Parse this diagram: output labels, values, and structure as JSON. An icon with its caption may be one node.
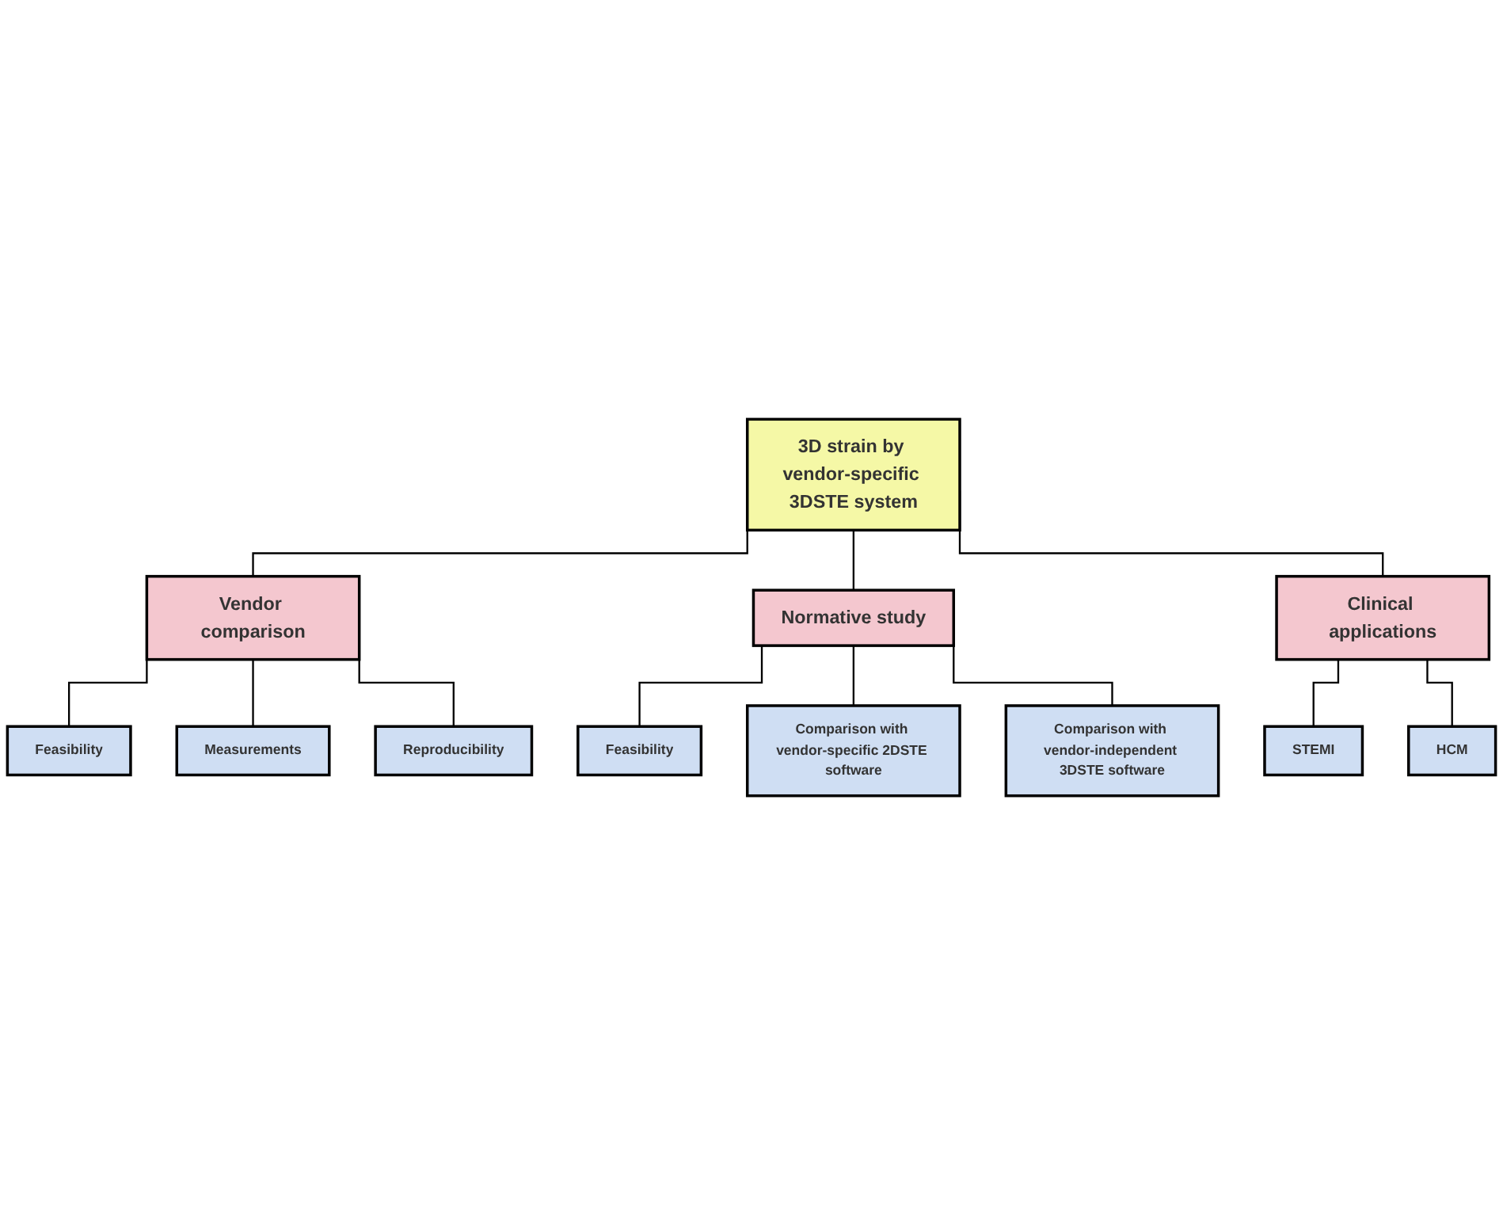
{
  "diagram": {
    "nodes": [
      {
        "text": [
          "3D strain by vendor-specific 3DSTE system"
        ]
      },
      {
        "text": [
          "Vendor comparison"
        ]
      },
      {
        "text": [
          "Normative study"
        ]
      },
      {
        "text": [
          "Clinical applications"
        ]
      },
      {
        "text": [
          "Feasibility"
        ]
      },
      {
        "text": [
          "Measurements"
        ]
      },
      {
        "text": [
          "Reproducibility"
        ]
      },
      {
        "text": [
          "Feasibility"
        ]
      },
      {
        "text": [
          "Comparison with vendor-specific 2DSTE software"
        ]
      },
      {
        "text": [
          "Comparison with vendor-independent 3DSTE software"
        ]
      },
      {
        "text": [
          "STEMI"
        ]
      },
      {
        "text": [
          "HCM"
        ]
      }
    ],
    "edges": [
      {
        "from": 0,
        "to": 1,
        "arrow": "none"
      },
      {
        "from": 0,
        "to": 2,
        "arrow": "none"
      },
      {
        "from": 0,
        "to": 3,
        "arrow": "none"
      },
      {
        "from": 1,
        "to": 4,
        "arrow": "none"
      },
      {
        "from": 1,
        "to": 5,
        "arrow": "none"
      },
      {
        "from": 1,
        "to": 6,
        "arrow": "none"
      },
      {
        "from": 2,
        "to": 7,
        "arrow": "none"
      },
      {
        "from": 2,
        "to": 8,
        "arrow": "none"
      },
      {
        "from": 2,
        "to": 9,
        "arrow": "none"
      },
      {
        "from": 3,
        "to": 10,
        "arrow": "none"
      },
      {
        "from": 3,
        "to": 11,
        "arrow": "none"
      }
    ]
  }
}
